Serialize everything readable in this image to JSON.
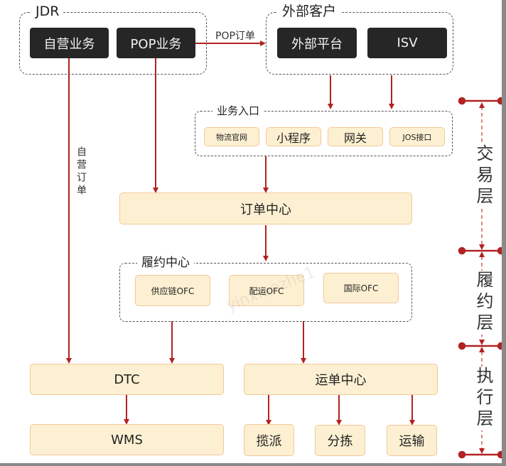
{
  "groups": {
    "jdr": {
      "title": "JDR",
      "items": [
        "自营业务",
        "POP业务"
      ]
    },
    "external": {
      "title": "外部客户",
      "items": [
        "外部平台",
        "ISV"
      ]
    },
    "entry": {
      "title": "业务入口",
      "items": [
        "物流官网",
        "小程序",
        "网关",
        "JOS接口"
      ]
    },
    "fulfillment": {
      "title": "履约中心",
      "items": [
        "供应链OFC",
        "配运OFC",
        "国际OFC"
      ]
    }
  },
  "nodes": {
    "order_center": "订单中心",
    "dtc": "DTC",
    "wms": "WMS",
    "waybill_center": "运单中心",
    "pickup": "揽派",
    "sorting": "分拣",
    "transport": "运输"
  },
  "edge_labels": {
    "pop_order": "POP订单",
    "self_order": "自营订单"
  },
  "layers": [
    "交易层",
    "履约层",
    "执行层"
  ],
  "watermark": "yinxiaozhe1",
  "colors": {
    "arrow": "#b22222",
    "box_fill": "#fdf0d2",
    "box_border": "#f3c89a",
    "dark_box": "#262626"
  }
}
